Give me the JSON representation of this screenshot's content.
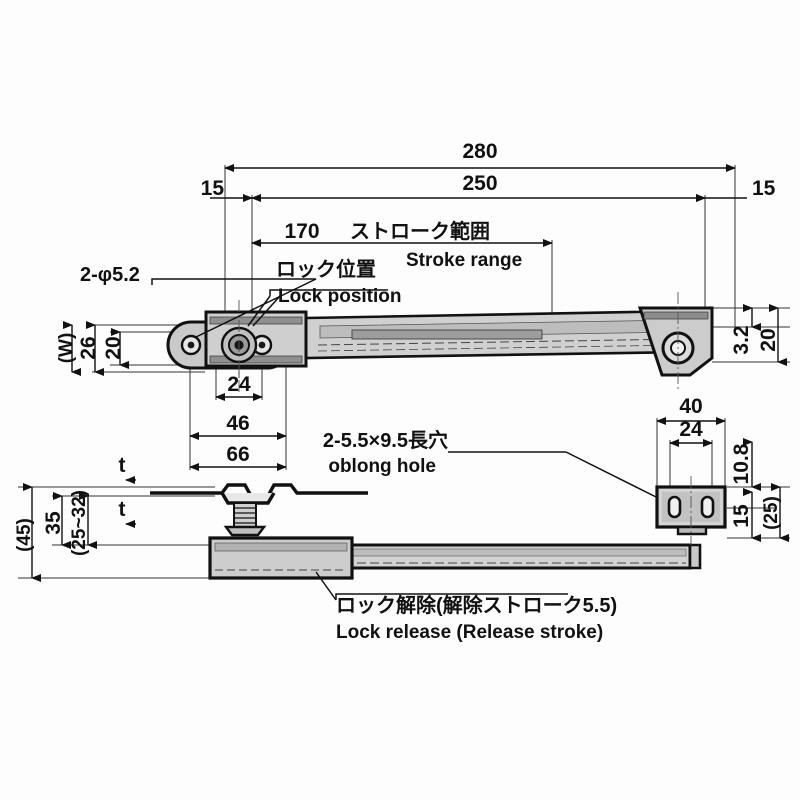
{
  "drawing": {
    "title": "Window stay / lock restrictor dimensional drawing",
    "line_color": "#111111",
    "fill_light": "#d9d9d9",
    "fill_mid": "#c4c4c4",
    "background": "#fdfdfd"
  },
  "top_view": {
    "dimensions": {
      "overall_length": "280",
      "inner_length": "250",
      "left_offset": "15",
      "right_offset": "15",
      "stroke_length": "170",
      "width_26": "26",
      "width_20": "20",
      "hole_spacing_24": "24",
      "hole_span_46": "46",
      "plate_length_66": "66",
      "thickness_3_2": "3.2",
      "right_width_20": "20",
      "width_symbol": "(W)"
    },
    "labels": {
      "stroke_range_jp": "ストローク範囲",
      "stroke_range_en": "Stroke range",
      "lock_position_jp": "ロック位置",
      "lock_position_en": "Lock position",
      "hole_callout": "2-φ5.2"
    }
  },
  "side_view": {
    "dimensions": {
      "overall_height": "(45)",
      "height_35": "35",
      "range_25_32": "(25~32)",
      "thickness_t_upper": "t",
      "thickness_t_lower": "t"
    },
    "labels": {
      "lock_release_jp": "ロック解除(解除ストローク5.5)",
      "lock_release_en": "Lock release (Release stroke)"
    }
  },
  "bracket_detail": {
    "dimensions": {
      "width_40": "40",
      "hole_spacing_24": "24",
      "height_10_8": "10.8",
      "height_15": "15",
      "total_25": "(25)"
    },
    "labels": {
      "oblong_hole_jp": "2-5.5×9.5長穴",
      "oblong_hole_en": "oblong hole"
    }
  }
}
